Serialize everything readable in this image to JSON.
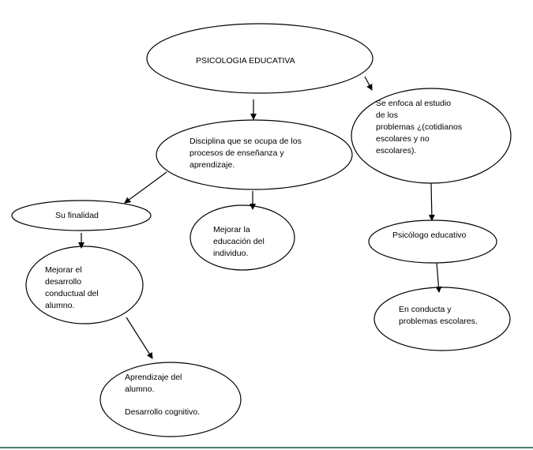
{
  "nodes": {
    "root": {
      "text": "PSICOLOGIA EDUCATIVA"
    },
    "discipline": {
      "text": "Disciplina que se ocupa  de los\nprocesos de enseñanza y\naprendizaje."
    },
    "focus": {
      "text": "Se enfoca al estudio\nde los\nproblemas ¿(cotidianos\nescolares y no\nescolares)."
    },
    "purpose": {
      "text": "Su finalidad"
    },
    "improve_education": {
      "text": "Mejorar la\neducación del\nindividuo."
    },
    "psychologist": {
      "text": "Psicólogo educativo"
    },
    "improve_behavior": {
      "text": "Mejorar el\ndesarrollo\nconductual del\nalumno."
    },
    "conduct": {
      "text": "En conducta   y\nproblemas escolares."
    },
    "learning": {
      "line1": "Aprendizaje del\nalumno.",
      "line2": "Desarrollo cognitivo."
    }
  },
  "colors": {
    "stroke": "#000000",
    "background": "#ffffff",
    "rule": "#4a7f66"
  }
}
